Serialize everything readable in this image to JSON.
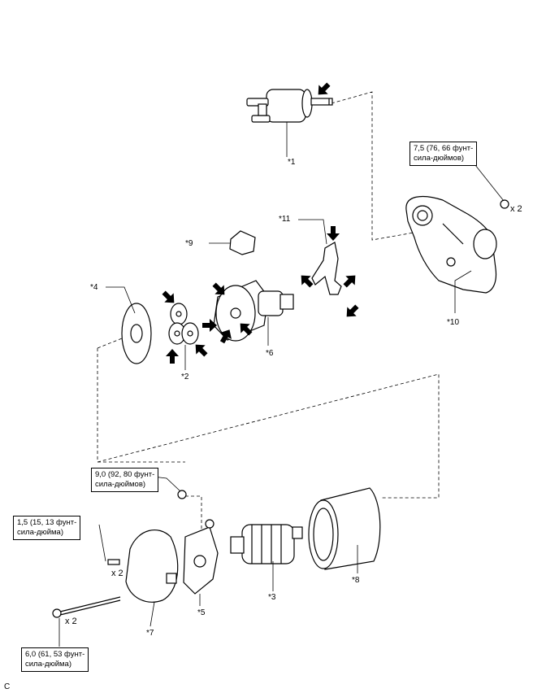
{
  "callouts": {
    "c1": "*1",
    "c2": "*2",
    "c3": "*3",
    "c4": "*4",
    "c5": "*5",
    "c6": "*6",
    "c7": "*7",
    "c8": "*8",
    "c9": "*9",
    "c10": "*10",
    "c11": "*11"
  },
  "torque": {
    "t_nut_housing": [
      "7,5 (76, 66 фунт-",
      "сила-дюймов)"
    ],
    "t_nut_brush": [
      "9,0 (92, 80 фунт-",
      "сила-дюймов)"
    ],
    "t_screw": [
      "1,5 (15, 13 фунт-",
      "сила-дюйма)"
    ],
    "t_bolt": [
      "6,0 (61, 53 фунт-",
      "сила-дюйма)"
    ]
  },
  "multipliers": {
    "m_nut": "x 2",
    "m_screw": "x 2",
    "m_bolt": "x 2"
  },
  "corner_mark": "C"
}
